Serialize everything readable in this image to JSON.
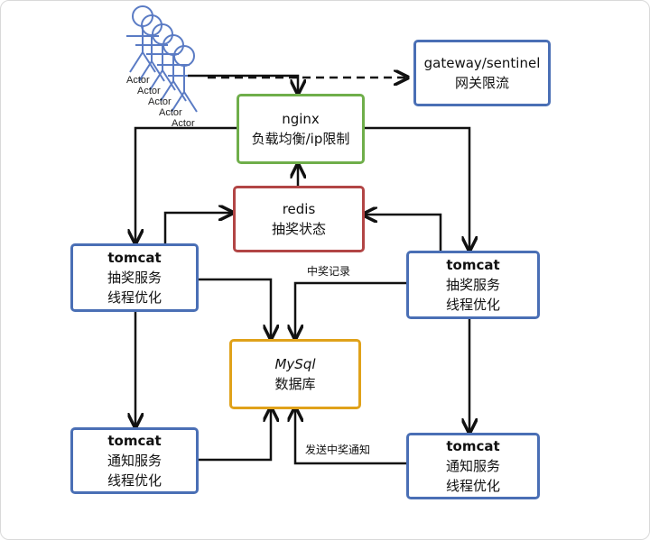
{
  "actors": [
    "Actor",
    "Actor",
    "Actor",
    "Actor",
    "Actor"
  ],
  "nodes": {
    "gateway": {
      "line1": "gateway/sentinel",
      "line2": "网关限流"
    },
    "nginx": {
      "line1": "nginx",
      "line2": "负载均衡/ip限制"
    },
    "redis": {
      "line1": "redis",
      "line2": "抽奖状态"
    },
    "tomcat_lottery_left": {
      "line1": "tomcat",
      "line2": "抽奖服务",
      "line3": "线程优化"
    },
    "tomcat_lottery_right": {
      "line1": "tomcat",
      "line2": "抽奖服务",
      "line3": "线程优化"
    },
    "mysql": {
      "line1": "MySql",
      "line2": "数据库"
    },
    "tomcat_notify_left": {
      "line1": "tomcat",
      "line2": "通知服务",
      "line3": "线程优化"
    },
    "tomcat_notify_right": {
      "line1": "tomcat",
      "line2": "通知服务",
      "line3": "线程优化"
    }
  },
  "edge_labels": {
    "win_record": "中奖记录",
    "send_notify": "发送中奖通知"
  },
  "colors": {
    "blue": "#4a6fb5",
    "green": "#6fae4a",
    "red": "#b24545",
    "orange": "#e0a21a",
    "stroke": "#111111"
  }
}
